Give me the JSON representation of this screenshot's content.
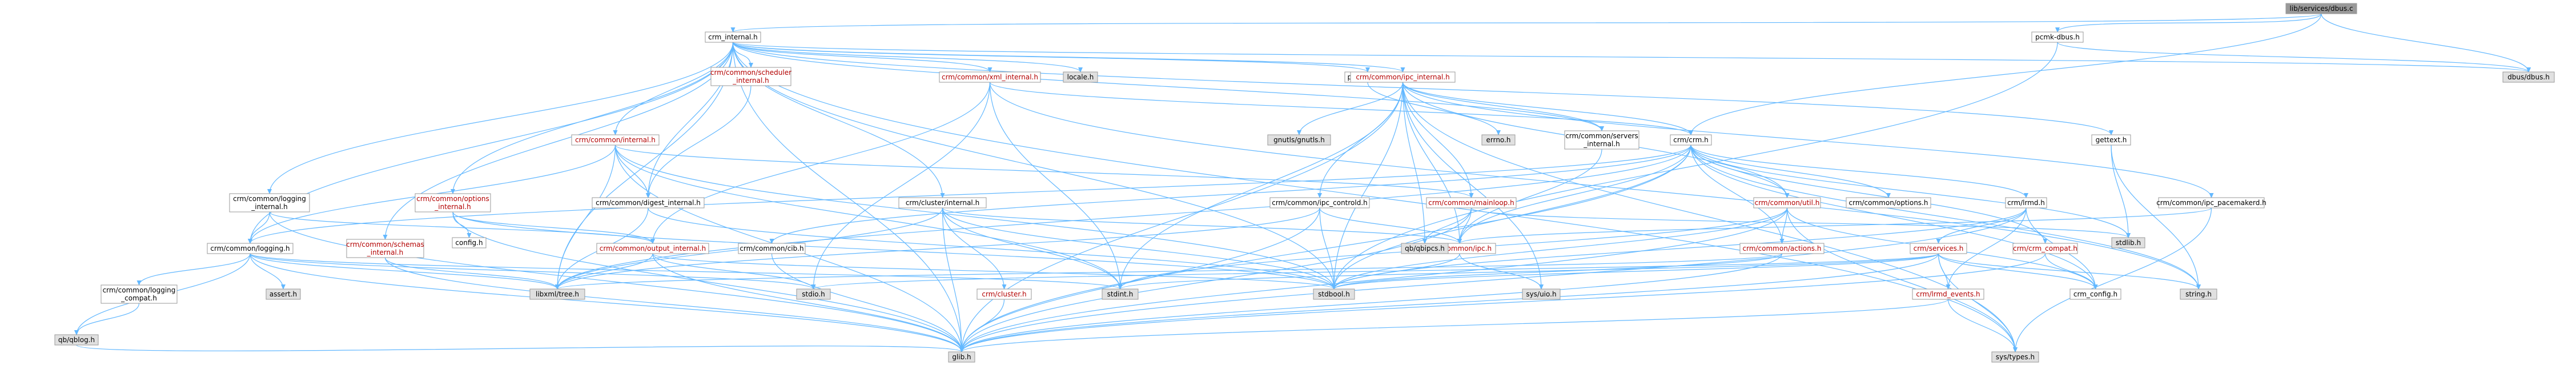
{
  "diagram": {
    "type": "include-dependency-graph",
    "colors": {
      "root_fill": "#999999",
      "node_fill": "#ffffff",
      "external_fill": "#e0e0e0",
      "border": "#999999",
      "edge": "#63b8ff",
      "link_text": "#b30000",
      "plain_text": "#000000"
    },
    "nodes": [
      {
        "id": "root",
        "label": "lib/services/dbus.c",
        "kind": "root"
      },
      {
        "id": "crm_internal",
        "label": "crm_internal.h",
        "kind": "doc"
      },
      {
        "id": "pcmk_dbus",
        "label": "pcmk-dbus.h",
        "kind": "doc"
      },
      {
        "id": "dbus_dbus",
        "label": "dbus/dbus.h",
        "kind": "ext"
      },
      {
        "id": "crm_h",
        "label": "crm/crm.h",
        "kind": "doc"
      },
      {
        "id": "locale_h",
        "label": "locale.h",
        "kind": "ext"
      },
      {
        "id": "portability",
        "label": "portability.h",
        "kind": "doc"
      },
      {
        "id": "ipc_internal",
        "label": "crm/common/ipc_internal.h",
        "kind": "link"
      },
      {
        "id": "xml_internal",
        "label": "crm/common/xml_internal.h",
        "kind": "link"
      },
      {
        "id": "sched_internal",
        "label": [
          "crm/common/scheduler",
          "_internal.h"
        ],
        "kind": "link"
      },
      {
        "id": "gettext",
        "label": "gettext.h",
        "kind": "doc"
      },
      {
        "id": "errno",
        "label": "errno.h",
        "kind": "ext"
      },
      {
        "id": "gnutls",
        "label": "gnutls/gnutls.h",
        "kind": "ext"
      },
      {
        "id": "servers_internal",
        "label": [
          "crm/common/servers",
          "_internal.h"
        ],
        "kind": "doc"
      },
      {
        "id": "common_internal",
        "label": "crm/common/internal.h",
        "kind": "link"
      },
      {
        "id": "ipc_controld",
        "label": "crm/common/ipc_controld.h",
        "kind": "doc"
      },
      {
        "id": "mainloop",
        "label": "crm/common/mainloop.h",
        "kind": "link"
      },
      {
        "id": "common_util",
        "label": "crm/common/util.h",
        "kind": "link"
      },
      {
        "id": "common_options",
        "label": "crm/common/options.h",
        "kind": "doc"
      },
      {
        "id": "lrmd_h",
        "label": "crm/lrmd.h",
        "kind": "doc"
      },
      {
        "id": "ipc_pacemakerd",
        "label": "crm/common/ipc_pacemakerd.h",
        "kind": "doc"
      },
      {
        "id": "logging_internal",
        "label": [
          "crm/common/logging",
          "_internal.h"
        ],
        "kind": "doc"
      },
      {
        "id": "options_internal",
        "label": [
          "crm/common/options",
          "_internal.h"
        ],
        "kind": "link"
      },
      {
        "id": "digest_internal",
        "label": "crm/common/digest_internal.h",
        "kind": "doc"
      },
      {
        "id": "cluster_internal",
        "label": "crm/cluster/internal.h",
        "kind": "doc"
      },
      {
        "id": "stdlib_h",
        "label": "stdlib.h",
        "kind": "ext"
      },
      {
        "id": "glib_h",
        "label": "glib.h",
        "kind": "ext"
      },
      {
        "id": "config_h",
        "label": "config.h",
        "kind": "doc"
      },
      {
        "id": "common_logging",
        "label": "crm/common/logging.h",
        "kind": "doc"
      },
      {
        "id": "output_internal",
        "label": "crm/common/output_internal.h",
        "kind": "link"
      },
      {
        "id": "schemas_internal",
        "label": [
          "crm/common/schemas",
          "_internal.h"
        ],
        "kind": "link"
      },
      {
        "id": "common_cib",
        "label": "crm/common/cib.h",
        "kind": "doc"
      },
      {
        "id": "common_ipc",
        "label": "crm/common/ipc.h",
        "kind": "link"
      },
      {
        "id": "qbipcs",
        "label": "qb/qbipcs.h",
        "kind": "ext"
      },
      {
        "id": "common_actions",
        "label": "crm/common/actions.h",
        "kind": "link"
      },
      {
        "id": "services_h",
        "label": "crm/services.h",
        "kind": "link"
      },
      {
        "id": "crm_compat",
        "label": "crm/crm_compat.h",
        "kind": "link"
      },
      {
        "id": "cluster_h",
        "label": "crm/cluster.h",
        "kind": "link"
      },
      {
        "id": "logging_compat",
        "label": [
          "crm/common/logging",
          "_compat.h"
        ],
        "kind": "doc"
      },
      {
        "id": "assert_h",
        "label": "assert.h",
        "kind": "ext"
      },
      {
        "id": "libxml_tree",
        "label": "libxml/tree.h",
        "kind": "ext"
      },
      {
        "id": "stdio_h",
        "label": "stdio.h",
        "kind": "ext"
      },
      {
        "id": "stdint_h",
        "label": "stdint.h",
        "kind": "ext"
      },
      {
        "id": "stdbool_h",
        "label": "stdbool.h",
        "kind": "ext"
      },
      {
        "id": "sys_uio",
        "label": "sys/uio.h",
        "kind": "ext"
      },
      {
        "id": "lrmd_events",
        "label": "crm/lrmd_events.h",
        "kind": "link"
      },
      {
        "id": "string_h",
        "label": "string.h",
        "kind": "ext"
      },
      {
        "id": "crm_config",
        "label": "crm_config.h",
        "kind": "doc"
      },
      {
        "id": "qblog",
        "label": "qb/qblog.h",
        "kind": "ext"
      },
      {
        "id": "sys_types",
        "label": "sys/types.h",
        "kind": "ext"
      }
    ],
    "edges": [
      [
        "root",
        "crm_internal"
      ],
      [
        "root",
        "pcmk_dbus"
      ],
      [
        "root",
        "dbus_dbus"
      ],
      [
        "root",
        "crm_h"
      ],
      [
        "crm_internal",
        "dbus_dbus"
      ],
      [
        "crm_internal",
        "locale_h"
      ],
      [
        "crm_internal",
        "portability"
      ],
      [
        "crm_internal",
        "ipc_internal"
      ],
      [
        "crm_internal",
        "xml_internal"
      ],
      [
        "crm_internal",
        "sched_internal"
      ],
      [
        "crm_internal",
        "gettext"
      ],
      [
        "crm_internal",
        "common_internal"
      ],
      [
        "crm_internal",
        "logging_internal"
      ],
      [
        "crm_internal",
        "options_internal"
      ],
      [
        "crm_internal",
        "cluster_internal"
      ],
      [
        "crm_internal",
        "schemas_internal"
      ],
      [
        "crm_internal",
        "digest_internal"
      ],
      [
        "crm_internal",
        "common_logging"
      ],
      [
        "crm_internal",
        "servers_internal"
      ],
      [
        "crm_internal",
        "glib_h"
      ],
      [
        "crm_internal",
        "libxml_tree"
      ],
      [
        "crm_internal",
        "stdbool_h"
      ],
      [
        "crm_internal",
        "sys_types"
      ],
      [
        "pcmk_dbus",
        "dbus_dbus"
      ],
      [
        "pcmk_dbus",
        "stdbool_h"
      ],
      [
        "portability",
        "errno"
      ],
      [
        "ipc_internal",
        "gnutls"
      ],
      [
        "ipc_internal",
        "crm_h"
      ],
      [
        "ipc_internal",
        "ipc_controld"
      ],
      [
        "ipc_internal",
        "mainloop"
      ],
      [
        "ipc_internal",
        "ipc_pacemakerd"
      ],
      [
        "ipc_internal",
        "servers_internal"
      ],
      [
        "ipc_internal",
        "qbipcs"
      ],
      [
        "ipc_internal",
        "stdint_h"
      ],
      [
        "ipc_internal",
        "sys_uio"
      ],
      [
        "ipc_internal",
        "sys_types"
      ],
      [
        "ipc_internal",
        "common_ipc"
      ],
      [
        "ipc_internal",
        "glib_h"
      ],
      [
        "ipc_internal",
        "stdbool_h"
      ],
      [
        "ipc_internal",
        "common_util"
      ],
      [
        "xml_internal",
        "crm_h"
      ],
      [
        "xml_internal",
        "output_internal"
      ],
      [
        "xml_internal",
        "stdio_h"
      ],
      [
        "xml_internal",
        "stdint_h"
      ],
      [
        "xml_internal",
        "string_h"
      ],
      [
        "sched_internal",
        "digest_internal"
      ],
      [
        "gettext",
        "stdlib_h"
      ],
      [
        "gettext",
        "string_h"
      ],
      [
        "servers_internal",
        "common_ipc"
      ],
      [
        "common_internal",
        "digest_internal"
      ],
      [
        "common_internal",
        "mainloop"
      ],
      [
        "common_internal",
        "common_logging"
      ],
      [
        "common_internal",
        "glib_h"
      ],
      [
        "common_internal",
        "stdbool_h"
      ],
      [
        "common_internal",
        "stdint_h"
      ],
      [
        "common_internal",
        "libxml_tree"
      ],
      [
        "crm_h",
        "stdlib_h"
      ],
      [
        "crm_h",
        "glib_h"
      ],
      [
        "crm_h",
        "stdbool_h"
      ],
      [
        "crm_h",
        "string_h"
      ],
      [
        "crm_h",
        "libxml_tree"
      ],
      [
        "crm_h",
        "common_util"
      ],
      [
        "crm_h",
        "common_options"
      ],
      [
        "crm_h",
        "common_logging"
      ],
      [
        "crm_h",
        "common_ipc"
      ],
      [
        "crm_h",
        "common_actions"
      ],
      [
        "crm_h",
        "crm_compat"
      ],
      [
        "crm_h",
        "common_cib"
      ],
      [
        "crm_h",
        "lrmd_h"
      ],
      [
        "crm_h",
        "crm_config"
      ],
      [
        "ipc_controld",
        "common_ipc"
      ],
      [
        "ipc_controld",
        "libxml_tree"
      ],
      [
        "ipc_controld",
        "stdbool_h"
      ],
      [
        "ipc_controld",
        "glib_h"
      ],
      [
        "mainloop",
        "common_ipc"
      ],
      [
        "mainloop",
        "qbipcs"
      ],
      [
        "mainloop",
        "glib_h"
      ],
      [
        "mainloop",
        "stdlib_h"
      ],
      [
        "common_util",
        "common_actions"
      ],
      [
        "common_util",
        "stdint_h"
      ],
      [
        "common_util",
        "sys_types"
      ],
      [
        "common_util",
        "stdbool_h"
      ],
      [
        "common_util",
        "glib_h"
      ],
      [
        "common_util",
        "crm_config"
      ],
      [
        "lrmd_h",
        "lrmd_events"
      ],
      [
        "lrmd_h",
        "services_h"
      ],
      [
        "lrmd_h",
        "stdbool_h"
      ],
      [
        "lrmd_h",
        "glib_h"
      ],
      [
        "lrmd_h",
        "crm_config"
      ],
      [
        "ipc_pacemakerd",
        "common_ipc"
      ],
      [
        "ipc_pacemakerd",
        "sys_types"
      ],
      [
        "logging_internal",
        "common_logging"
      ],
      [
        "logging_internal",
        "output_internal"
      ],
      [
        "logging_internal",
        "glib_h"
      ],
      [
        "options_internal",
        "config_h"
      ],
      [
        "options_internal",
        "output_internal"
      ],
      [
        "options_internal",
        "glib_h"
      ],
      [
        "options_internal",
        "stdbool_h"
      ],
      [
        "digest_internal",
        "libxml_tree"
      ],
      [
        "digest_internal",
        "stdbool_h"
      ],
      [
        "cluster_internal",
        "common_ipc"
      ],
      [
        "cluster_internal",
        "cluster_h"
      ],
      [
        "cluster_internal",
        "stdint_h"
      ],
      [
        "cluster_internal",
        "glib_h"
      ],
      [
        "cluster_internal",
        "libxml_tree"
      ],
      [
        "cluster_internal",
        "stdbool_h"
      ],
      [
        "common_logging",
        "stdio_h"
      ],
      [
        "common_logging",
        "glib_h"
      ],
      [
        "common_logging",
        "qblog"
      ],
      [
        "common_logging",
        "logging_compat"
      ],
      [
        "common_logging",
        "assert_h"
      ],
      [
        "common_logging",
        "libxml_tree"
      ],
      [
        "common_logging",
        "stdint_h"
      ],
      [
        "output_internal",
        "stdio_h"
      ],
      [
        "output_internal",
        "libxml_tree"
      ],
      [
        "output_internal",
        "glib_h"
      ],
      [
        "output_internal",
        "stdbool_h"
      ],
      [
        "schemas_internal",
        "glib_h"
      ],
      [
        "schemas_internal",
        "libxml_tree"
      ],
      [
        "common_cib",
        "glib_h"
      ],
      [
        "common_ipc",
        "sys_uio"
      ],
      [
        "common_ipc",
        "stdbool_h"
      ],
      [
        "common_actions",
        "glib_h"
      ],
      [
        "common_actions",
        "stdbool_h"
      ],
      [
        "common_actions",
        "libxml_tree"
      ],
      [
        "services_h",
        "glib_h"
      ],
      [
        "services_h",
        "stdbool_h"
      ],
      [
        "services_h",
        "stdio_h"
      ],
      [
        "services_h",
        "stdint_h"
      ],
      [
        "services_h",
        "string_h"
      ],
      [
        "services_h",
        "sys_types"
      ],
      [
        "services_h",
        "crm_config"
      ],
      [
        "services_h",
        "lrmd_events"
      ],
      [
        "crm_compat",
        "glib_h"
      ],
      [
        "crm_compat",
        "crm_config"
      ],
      [
        "cluster_h",
        "glib_h"
      ],
      [
        "lrmd_events",
        "glib_h"
      ],
      [
        "lrmd_events",
        "sys_types"
      ],
      [
        "logging_compat",
        "qblog"
      ],
      [
        "qblog",
        "glib_h"
      ]
    ]
  }
}
